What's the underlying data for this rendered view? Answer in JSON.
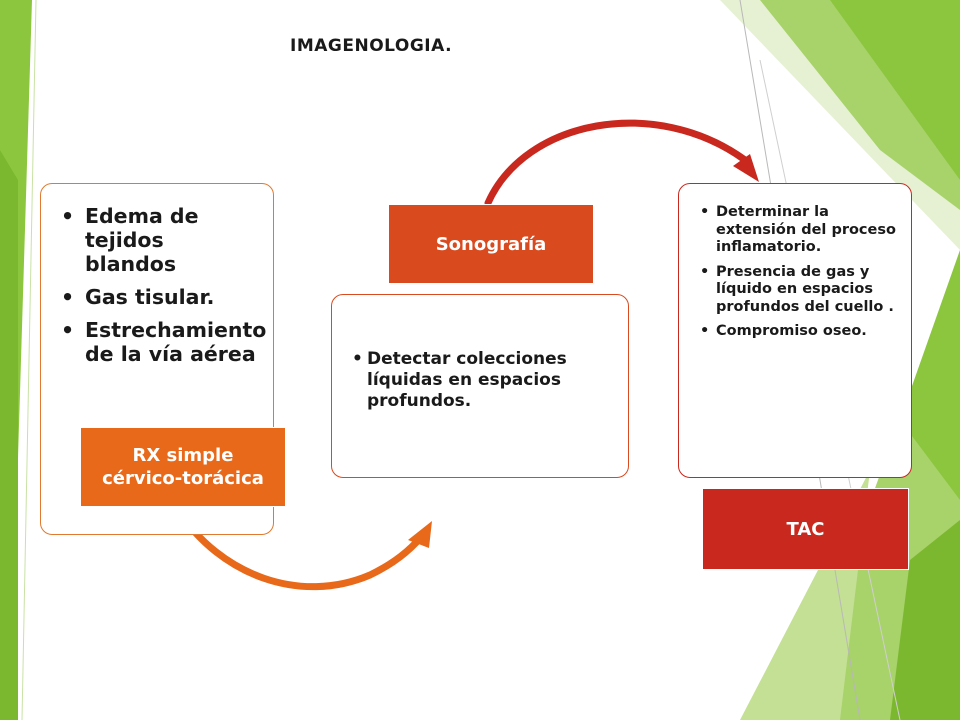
{
  "title": "IMAGENOLOGIA.",
  "colors": {
    "rx_accent": "#e8691a",
    "sono_accent": "#d94a1e",
    "tac_accent": "#c8281e",
    "green_light": "#a8d26a",
    "green_dark": "#7cb82f"
  },
  "nodes": [
    {
      "label_lines": [
        "RX simple",
        "cérvico-torácica"
      ],
      "items": [
        "Edema de tejidos blandos",
        "Gas tisular.",
        "Estrechamiento de la vía aérea"
      ]
    },
    {
      "label": "Sonografía",
      "items": [
        "Detectar colecciones líquidas en espacios profundos."
      ]
    },
    {
      "label": "TAC",
      "items": [
        "Determinar la extensión del proceso inflamatorio.",
        "Presencia de gas y líquido en espacios profundos del cuello .",
        "Compromiso oseo."
      ]
    }
  ]
}
